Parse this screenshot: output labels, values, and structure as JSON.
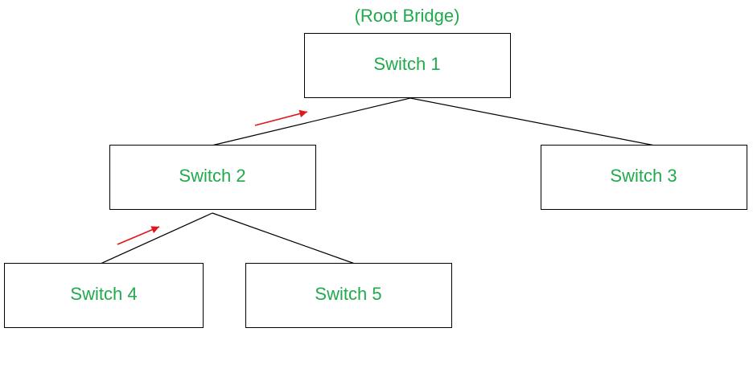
{
  "root_label": "(Root Bridge)",
  "colors": {
    "label": "#1faa4b",
    "border": "#000000",
    "arrow": "#e0161b"
  },
  "nodes": [
    {
      "id": "s1",
      "label": "Switch 1"
    },
    {
      "id": "s2",
      "label": "Switch 2"
    },
    {
      "id": "s3",
      "label": "Switch 3"
    },
    {
      "id": "s4",
      "label": "Switch 4"
    },
    {
      "id": "s5",
      "label": "Switch 5"
    }
  ],
  "edges": [
    {
      "from": "s1",
      "to": "s2"
    },
    {
      "from": "s1",
      "to": "s3"
    },
    {
      "from": "s2",
      "to": "s4"
    },
    {
      "from": "s2",
      "to": "s5"
    }
  ],
  "arrows": [
    {
      "from": "s2",
      "to": "s1",
      "meaning": "toward-root"
    },
    {
      "from": "s4",
      "to": "s2",
      "meaning": "toward-root"
    }
  ]
}
